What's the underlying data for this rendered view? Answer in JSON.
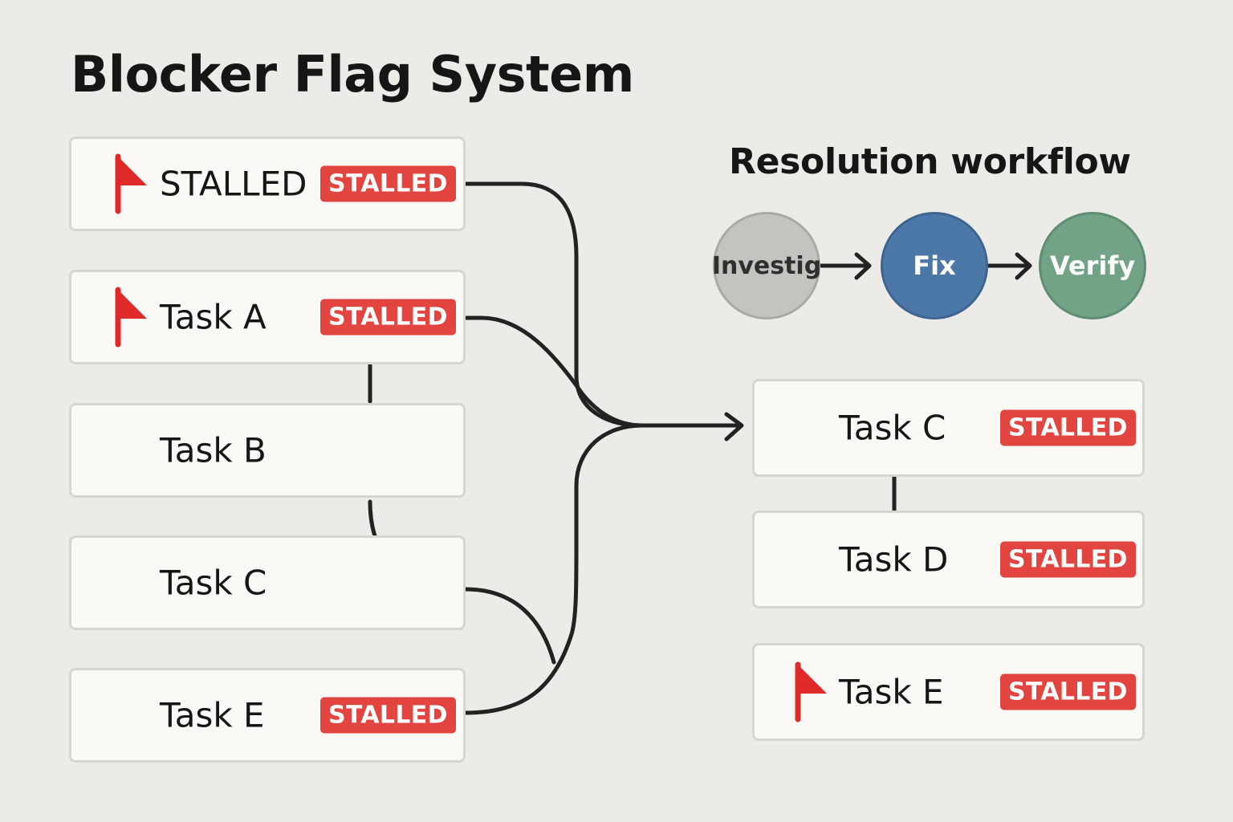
{
  "title": "Blocker Flag System",
  "workflow": {
    "title": "Resolution workflow",
    "steps": [
      {
        "label": "Investig",
        "color": "#c3c3c0",
        "border": "#a9a9a6",
        "text_color": "#2f2f2f"
      },
      {
        "label": "Fix",
        "color": "#4c78a8",
        "border": "#3e6590",
        "text_color": "#ffffff"
      },
      {
        "label": "Verify",
        "color": "#72a386",
        "border": "#5f8e72",
        "text_color": "#ffffff"
      }
    ]
  },
  "left_tasks": [
    {
      "label": "STALLED",
      "badge": "STALLED",
      "flagged": true
    },
    {
      "label": "Task A",
      "badge": "STALLED",
      "flagged": true
    },
    {
      "label": "Task B",
      "badge": "",
      "flagged": false
    },
    {
      "label": "Task C",
      "badge": "",
      "flagged": false
    },
    {
      "label": "Task E",
      "badge": "STALLED",
      "flagged": false
    }
  ],
  "right_tasks": [
    {
      "label": "Task C",
      "badge": "STALLED",
      "flagged": false
    },
    {
      "label": "Task D",
      "badge": "STALLED",
      "flagged": false
    },
    {
      "label": "Task E",
      "badge": "STALLED",
      "flagged": true
    }
  ],
  "colors": {
    "background": "#ecebe7",
    "card": "#faf9f5",
    "badge": "#e2453f",
    "flag": "#e02a2a",
    "connector": "#222222"
  }
}
